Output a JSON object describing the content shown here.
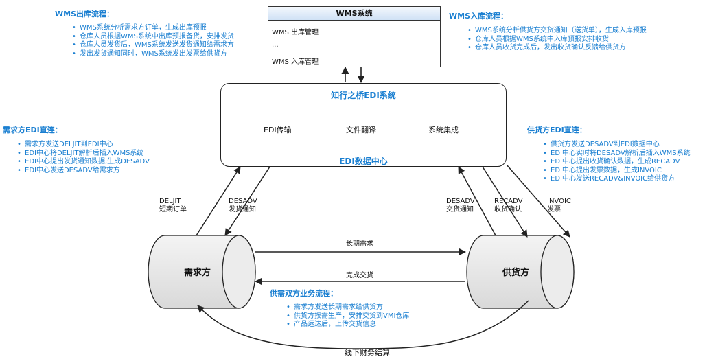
{
  "wms_system": {
    "title": "WMS系统",
    "rows": [
      "WMS 出库管理",
      "...",
      "WMS 入库管理"
    ]
  },
  "outbound_flow": {
    "title": "WMS出库流程：",
    "items": [
      "WMS系统分析需求方订单，生成出库预报",
      "仓库人员根据WMS系统中出库预报备货，安排发货",
      "仓库人员发货后，WMS系统发送发货通知给需求方",
      "发出发货通知同时，WMS系统发出发票给供货方"
    ]
  },
  "inbound_flow": {
    "title": "WMS入库流程：",
    "items": [
      "WMS系统分析供货方交货通知（送货单），生成入库预报",
      "仓库人员根据WMS系统中入库预报安排收货",
      "仓库人员收货完成后，发出收货确认反馈给供货方"
    ]
  },
  "demand_edi": {
    "title": "需求方EDI直连：",
    "items": [
      "需求方发送DELJIT到EDI中心",
      "EDI中心将DELJIT解析后插入WMS系统",
      "EDI中心提出发货通知数据,生成DESADV",
      "EDI中心发送DESADV给需求方"
    ]
  },
  "supplier_edi": {
    "title": "供货方EDI直连：",
    "items": [
      "供货方发送DESADV到EDI数据中心",
      "EDI中心实时将DESADV解析后插入WMS系统",
      "EDI中心提出收货确认数据，生成RECADV",
      "EDI中心提出发票数据，生成INVOIC",
      "EDI中心发送RECADV&INVOIC给供货方"
    ]
  },
  "edi_center": {
    "title": "知行之桥EDI系统",
    "subtitle": "EDI数据中心",
    "stages": [
      "EDI传输",
      "文件翻译",
      "系统集成"
    ]
  },
  "parties": {
    "demand": "需求方",
    "supplier": "供货方"
  },
  "messages": {
    "deljit": {
      "code": "DELJIT",
      "name": "短期订单"
    },
    "desadv_out": {
      "code": "DESADV",
      "name": "发货通知"
    },
    "desadv_in": {
      "code": "DESADV",
      "name": "交货通知"
    },
    "recadv": {
      "code": "RECADV",
      "name": "收货确认"
    },
    "invoic": {
      "code": "INVOIC",
      "name": "发票"
    }
  },
  "flows": {
    "long_demand": "长期需求",
    "delivery": "完成交货",
    "settlement": "线下财务结算"
  },
  "business_flow": {
    "title": "供需双方业务流程：",
    "items": [
      "需求方发送长期需求给供货方",
      "供货方按需生产，安排交货到VMI仓库",
      "产品运达后，上传交货信息"
    ]
  },
  "colors": {
    "accent_blue": "#1a7fd1",
    "line": "#222222",
    "cylinder_fill": "#e8e8e8",
    "chevron_fill": "#d2e4f7"
  }
}
